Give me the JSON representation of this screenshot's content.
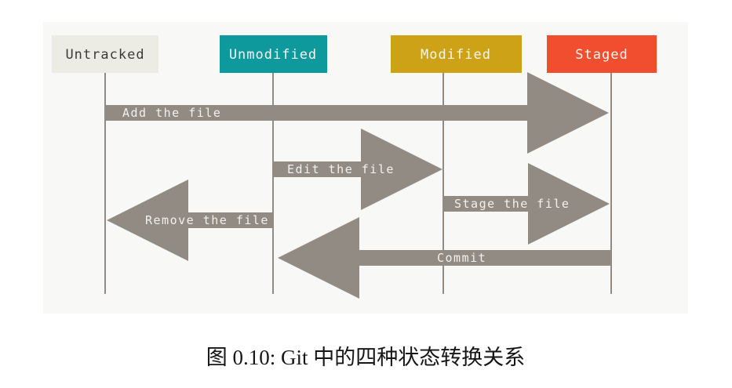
{
  "diagram": {
    "title_semantic": "Git file status lifecycle",
    "background": "#f8f8f6",
    "arrow_color": "#918B84",
    "label_color": "#F2F1EE",
    "states": [
      {
        "id": "untracked",
        "label": "Untracked",
        "fill": "#ECECE4",
        "text_color": "#3B3B39"
      },
      {
        "id": "unmodified",
        "label": "Unmodified",
        "fill": "#0E9A9C",
        "text_color": "#F4F6F3"
      },
      {
        "id": "modified",
        "label": "Modified",
        "fill": "#CEA216",
        "text_color": "#F4F6F3"
      },
      {
        "id": "staged",
        "label": "Staged",
        "fill": "#F04E2E",
        "text_color": "#F4F6F3"
      }
    ],
    "transitions": [
      {
        "label": "Add the file",
        "from": "untracked",
        "to": "staged",
        "direction": "right"
      },
      {
        "label": "Edit the file",
        "from": "unmodified",
        "to": "modified",
        "direction": "right"
      },
      {
        "label": "Stage the file",
        "from": "modified",
        "to": "staged",
        "direction": "right"
      },
      {
        "label": "Remove the file",
        "from": "unmodified",
        "to": "untracked",
        "direction": "left"
      },
      {
        "label": "Commit",
        "from": "staged",
        "to": "unmodified",
        "direction": "left"
      }
    ]
  },
  "caption": {
    "text": "图 0.10: Git 中的四种状态转换关系",
    "color": "#161616"
  }
}
